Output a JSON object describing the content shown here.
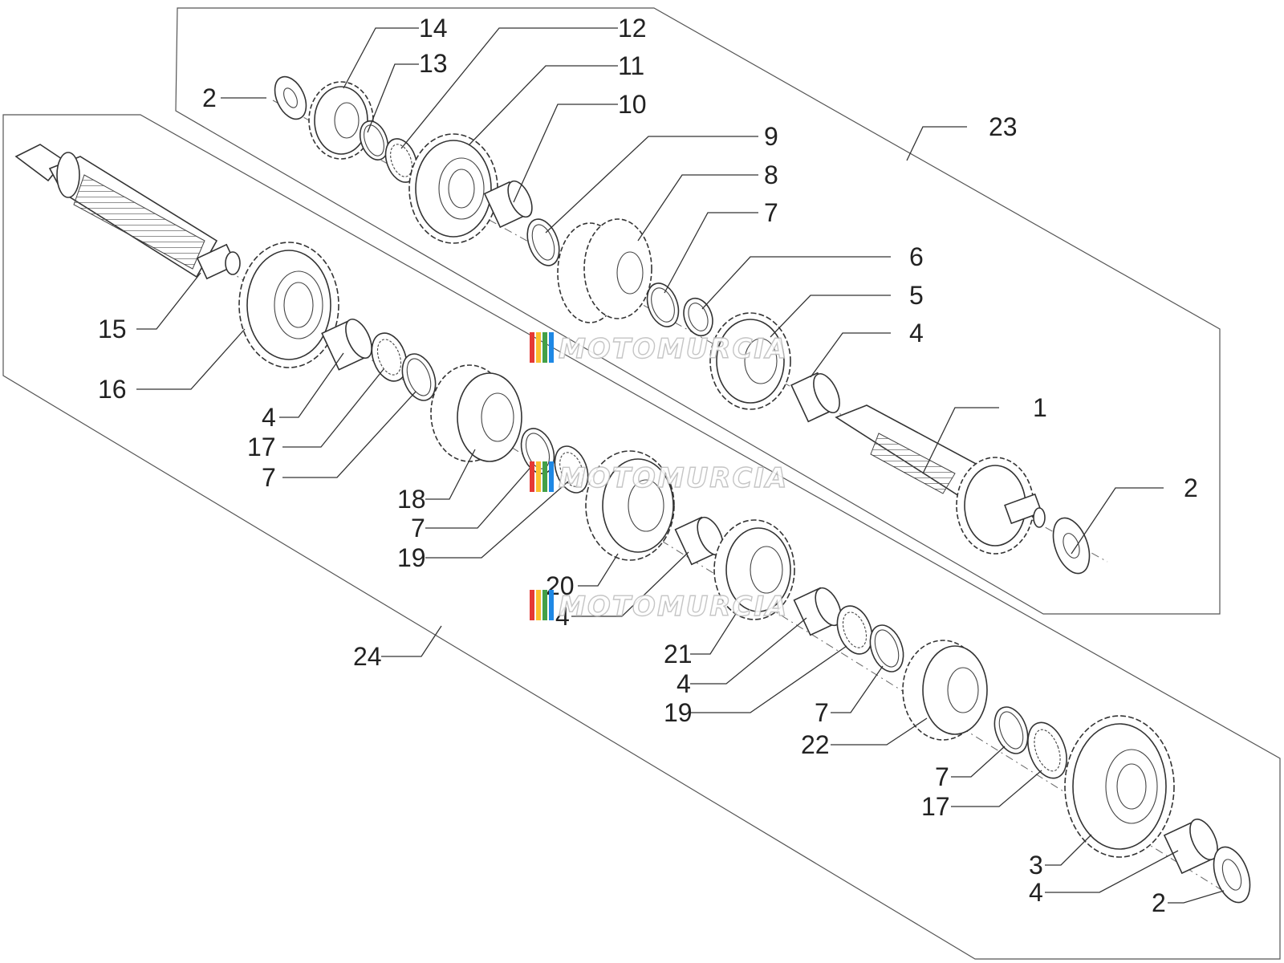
{
  "callouts": [
    {
      "id": "c14",
      "label": "14"
    },
    {
      "id": "c13",
      "label": "13"
    },
    {
      "id": "c12",
      "label": "12"
    },
    {
      "id": "c11",
      "label": "11"
    },
    {
      "id": "c10",
      "label": "10"
    },
    {
      "id": "c9",
      "label": "9"
    },
    {
      "id": "c8",
      "label": "8"
    },
    {
      "id": "c7a",
      "label": "7"
    },
    {
      "id": "c6",
      "label": "6"
    },
    {
      "id": "c5",
      "label": "5"
    },
    {
      "id": "c4a",
      "label": "4"
    },
    {
      "id": "c1",
      "label": "1"
    },
    {
      "id": "c2b",
      "label": "2"
    },
    {
      "id": "c23",
      "label": "23"
    },
    {
      "id": "c2a",
      "label": "2"
    },
    {
      "id": "c15",
      "label": "15"
    },
    {
      "id": "c16",
      "label": "16"
    },
    {
      "id": "c4b",
      "label": "4"
    },
    {
      "id": "c17a",
      "label": "17"
    },
    {
      "id": "c7b",
      "label": "7"
    },
    {
      "id": "c18",
      "label": "18"
    },
    {
      "id": "c7c",
      "label": "7"
    },
    {
      "id": "c19a",
      "label": "19"
    },
    {
      "id": "c20",
      "label": "20"
    },
    {
      "id": "c4c",
      "label": "4"
    },
    {
      "id": "c21",
      "label": "21"
    },
    {
      "id": "c4d",
      "label": "4"
    },
    {
      "id": "c19b",
      "label": "19"
    },
    {
      "id": "c7d",
      "label": "7"
    },
    {
      "id": "c22",
      "label": "22"
    },
    {
      "id": "c7e",
      "label": "7"
    },
    {
      "id": "c17b",
      "label": "17"
    },
    {
      "id": "c3",
      "label": "3"
    },
    {
      "id": "c4e",
      "label": "4"
    },
    {
      "id": "c2c",
      "label": "2"
    },
    {
      "id": "c24",
      "label": "24"
    }
  ],
  "watermark": {
    "text": "MOTOMURCIA",
    "colors": [
      "#e53935",
      "#fbc02d",
      "#43a047",
      "#1e88e5"
    ]
  }
}
